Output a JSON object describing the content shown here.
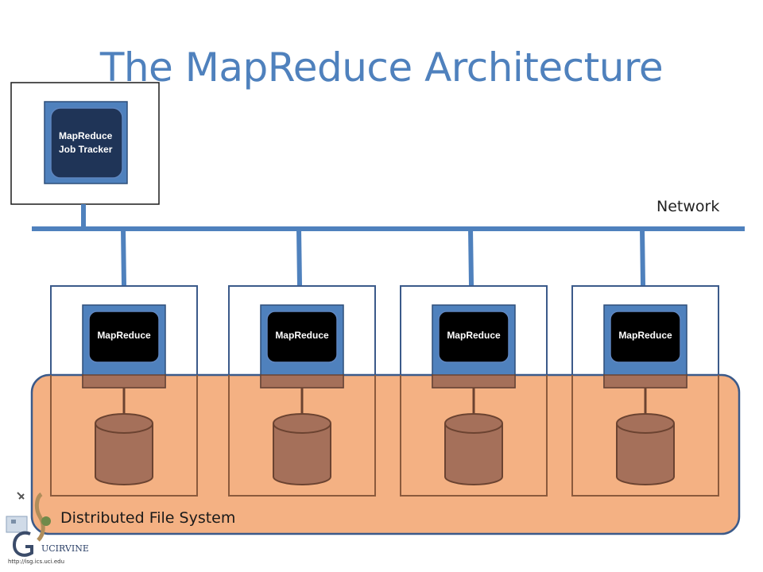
{
  "title": "The MapReduce Architecture",
  "network_label": "Network",
  "dfs_label": "Distributed File System",
  "job_tracker": {
    "line1": "MapReduce",
    "line2": "Job Tracker"
  },
  "workers": [
    {
      "label": "MapReduce"
    },
    {
      "label": "MapReduce"
    },
    {
      "label": "MapReduce"
    },
    {
      "label": "MapReduce"
    }
  ],
  "logo": {
    "text_uci": "UCIRVINE",
    "text_url": "http://isg.ics.uci.edu"
  },
  "colors": {
    "title": "#4f81bd",
    "network_line": "#4f81bd",
    "dfs_fill": "#f4b183",
    "dfs_border": "#3b5a8a",
    "cylinder": "#a5705a",
    "monitor_frame": "#4f81bd",
    "screen": "#000000",
    "job_tracker_screen": "#1f3457"
  }
}
